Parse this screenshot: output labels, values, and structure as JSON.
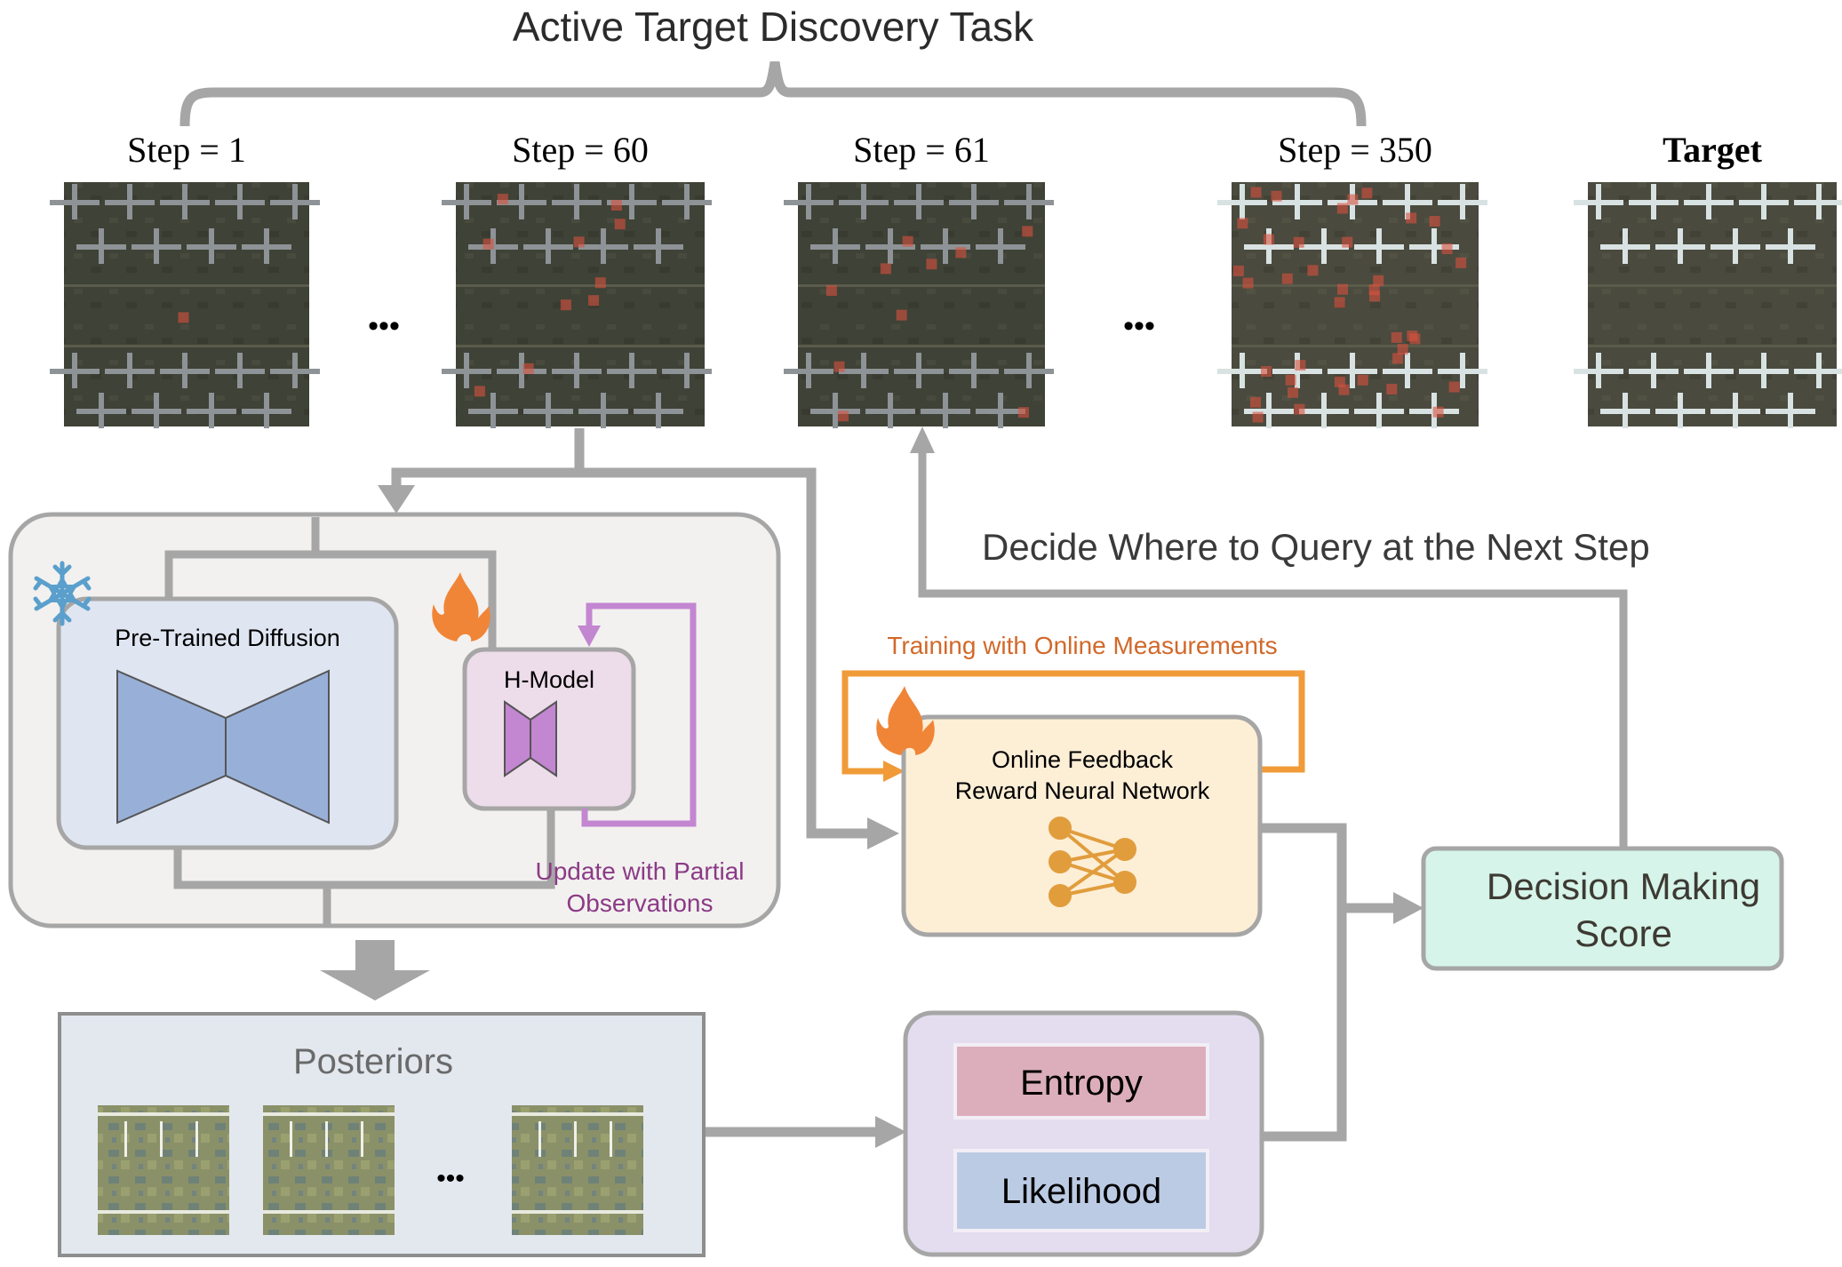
{
  "title": "Active Target Discovery Task",
  "steps": [
    {
      "label": "Step = 1",
      "bold": false,
      "overlay": "sparse"
    },
    {
      "label": "Step = 60",
      "bold": false,
      "overlay": "medium"
    },
    {
      "label": "Step = 61",
      "bold": false,
      "overlay": "medium"
    },
    {
      "label": "Step = 350",
      "bold": false,
      "overlay": "dense"
    },
    {
      "label": "Target",
      "bold": true,
      "overlay": "none"
    }
  ],
  "ellipsis": "•••",
  "decide_label": "Decide Where to Query at the Next Step",
  "diffusion_block": {
    "pretrained_label": "Pre-Trained Diffusion",
    "pretrained_icon": "snowflake-icon",
    "hmodel_label": "H-Model",
    "hmodel_icon": "flame-icon",
    "update_label_line1": "Update with Partial",
    "update_label_line2": "Observations"
  },
  "posteriors": {
    "label": "Posteriors",
    "sample_count_shown": 3
  },
  "reward_network": {
    "training_label": "Training with Online Measurements",
    "label_line1": "Online Feedback",
    "label_line2": "Reward Neural Network",
    "icon": "neural-network-icon",
    "flame_icon": "flame-icon"
  },
  "metrics": {
    "entropy_label": "Entropy",
    "likelihood_label": "Likelihood"
  },
  "decision": {
    "label_line1": "Decision Making",
    "label_line2": "Score"
  },
  "colors": {
    "connector": "#a6a6a6",
    "diffusion_panel_bg": "#f2f1ef",
    "pretrained_bg": "#dfe5f1",
    "pretrained_shape": "#98b0d8",
    "hmodel_bg": "#eddcea",
    "hmodel_shape": "#c386d1",
    "update_text": "#8b3a86",
    "training_text": "#d1692a",
    "training_loop": "#f09b38",
    "reward_bg": "#fdeed6",
    "nn_icon": "#e19d3c",
    "flame": "#f08537",
    "snowflake": "#5b9fcc",
    "posteriors_bg": "#e3e8ef",
    "metrics_bg": "#e4ddef",
    "entropy_bg": "#dcaebb",
    "likelihood_bg": "#bccbe4",
    "decision_bg": "#d6f4e9"
  }
}
